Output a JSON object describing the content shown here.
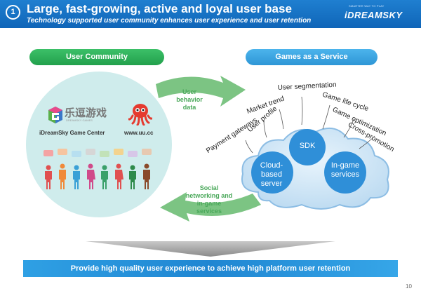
{
  "header": {
    "number": "1",
    "title": "Large, fast-growing, active and loyal user base",
    "subtitle": "Technology supported user community enhances user experience and user retention",
    "logo_text": "iDREAMSKY",
    "logo_tagline": "SMARTER WAY TO PLAY"
  },
  "user_community": {
    "label": "User Community",
    "game_center_cn": "乐逗游戏",
    "game_center_small": "DREAMSKY GAMES",
    "game_center_label": "iDreamSky Game Center",
    "uu_label": "www.uu.cc"
  },
  "games_service": {
    "label": "Games as a Service",
    "features": [
      "Payment gateways",
      "User profile",
      "Market trend",
      "User segmentation",
      "Game life cycle",
      "Game optimization",
      "Cross-promotion"
    ],
    "cloud": {
      "sdk": "SDK",
      "cloud_based": [
        "Cloud-",
        "based",
        "server"
      ],
      "in_game": [
        "In-game",
        "services"
      ]
    }
  },
  "arrows": {
    "top_label": [
      "User",
      "behavior",
      "data"
    ],
    "bottom_label": [
      "Social",
      "networking and",
      "in-game",
      "services"
    ]
  },
  "colors": {
    "header_blue": "#0f65b8",
    "green": "#22a04c",
    "light_blue": "#2e96d6",
    "arrow_green": "#6abf74",
    "cloud_blue": "#2f8fd8"
  },
  "banner": "Provide high quality user experience to achieve high platform user retention",
  "page_number": "10"
}
